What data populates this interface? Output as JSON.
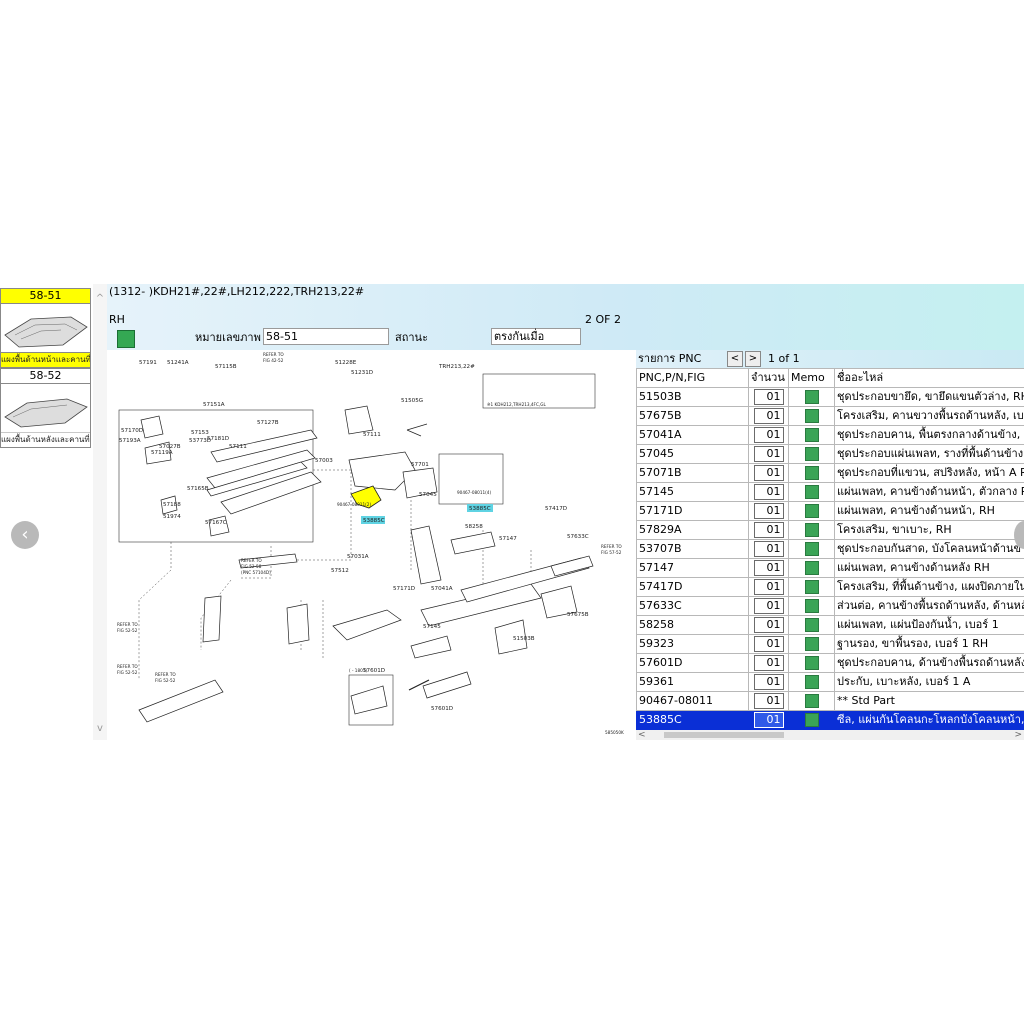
{
  "thumbnails": [
    {
      "title": "58-51",
      "caption": "แผงพื้นด้านหน้าและคานที่",
      "active": true
    },
    {
      "title": "58-52",
      "caption": "แผงพื้นด้านหลังและคานที่",
      "active": false
    }
  ],
  "header": {
    "model": "(1312-      )KDH21#,22#,LH212,222,TRH213,22#",
    "side": "RH",
    "page": "2 OF  2",
    "image_no_label": "หมายเลขภาพ",
    "image_no_value": "58-51",
    "status_label": "สถานะ",
    "status_value": "ตรงกันเมื่อ"
  },
  "pnc_list": {
    "label": "รายการ PNC",
    "prev": "<",
    "next": ">",
    "page": "1 of 1",
    "columns": [
      "PNC,P/N,FIG",
      "จำนวน",
      "Memo",
      "ชื่ออะไหล่"
    ],
    "rows": [
      {
        "pnc": "51503B",
        "qty": "01",
        "name": "ชุดประกอบขายึด, ขายึดแขนตัวล่าง, RH"
      },
      {
        "pnc": "57675B",
        "qty": "01",
        "name": "โครงเสริม, คานขวางพื้นรถด้านหลัง, เบอร์"
      },
      {
        "pnc": "57041A",
        "qty": "01",
        "name": "ชุดประกอบคาน, พื้นตรงกลางด้านข้าง, RH"
      },
      {
        "pnc": "57045",
        "qty": "01",
        "name": "ชุดประกอบแผ่นเพลท, รางที่พื้นด้านข้าง,"
      },
      {
        "pnc": "57071B",
        "qty": "01",
        "name": "ชุดประกอบที่แขวน, สปริงหลัง, หน้า A RH"
      },
      {
        "pnc": "57145",
        "qty": "01",
        "name": "แผ่นเพลท, คานข้างด้านหน้า, ตัวกลาง RH"
      },
      {
        "pnc": "57171D",
        "qty": "01",
        "name": "แผ่นเพลท, คานข้างด้านหน้า, RH"
      },
      {
        "pnc": "57829A",
        "qty": "01",
        "name": "โครงเสริม, ขาเบาะ, RH"
      },
      {
        "pnc": "53707B",
        "qty": "01",
        "name": "ชุดประกอบกันสาด, บังโคลนหน้าด้านข้าง"
      },
      {
        "pnc": "57147",
        "qty": "01",
        "name": "แผ่นเพลท, คานข้างด้านหลัง RH"
      },
      {
        "pnc": "57417D",
        "qty": "01",
        "name": "โครงเสริม, ที่พื้นด้านข้าง, แผงปิดภายใน"
      },
      {
        "pnc": "57633C",
        "qty": "01",
        "name": "ส่วนต่อ, คานข้างพื้นรถด้านหลัง, ด้านหลัง"
      },
      {
        "pnc": "58258",
        "qty": "01",
        "name": "แผ่นเพลท, แผ่นป้องกันน้ำ, เบอร์ 1"
      },
      {
        "pnc": "59323",
        "qty": "01",
        "name": "ฐานรอง, ขาพื้นรอง, เบอร์ 1 RH"
      },
      {
        "pnc": "57601D",
        "qty": "01",
        "name": "ชุดประกอบคาน, ด้านข้างพื้นรถด้านหลัง,"
      },
      {
        "pnc": "59361",
        "qty": "01",
        "name": "ประกับ, เบาะหลัง, เบอร์ 1 A"
      },
      {
        "pnc": "90467-08011",
        "qty": "01",
        "name": "** Std Part"
      },
      {
        "pnc": "53885C",
        "qty": "01",
        "name": "ซีล, แผ่นกันโคลนกะโหลกบังโคลนหน้า,",
        "selected": true
      }
    ]
  },
  "diagram": {
    "labels": [
      "57191",
      "51241A",
      "57115B",
      "57127B",
      "51228E",
      "51231D",
      "51505G",
      "57151A",
      "57153",
      "57181D",
      "57111",
      "57003",
      "57170D",
      "57193A",
      "57027B",
      "57119A",
      "53773D",
      "57188",
      "51974",
      "57165B",
      "57167C",
      "57701",
      "57045",
      "58258",
      "57417D",
      "57147",
      "57633C",
      "57675B",
      "51503B",
      "57041A",
      "57145",
      "57512",
      "57171D",
      "57601D",
      "53885C",
      "90467-08011(4)",
      "TRH213,22#"
    ],
    "notes": [
      "REFER TO FIG 52-52",
      "REFER TO FIG 52-58",
      "PNC 57104D",
      "REFER TO FIG 57-52",
      "※1 KDH212,TRH213,4FC,GL",
      "585050K",
      "( - 1801)"
    ]
  },
  "colors": {
    "selected_row": "#0a2fd6",
    "highlight_yellow": "#ffff00",
    "memo_green": "#3aa456"
  },
  "icons": {
    "memo": "memo-icon",
    "nav_prev": "chevron-left-icon"
  }
}
